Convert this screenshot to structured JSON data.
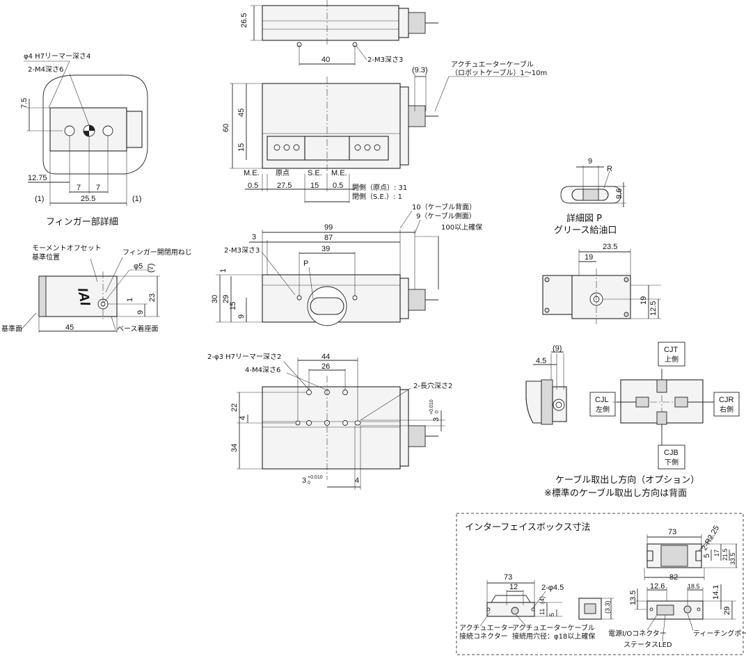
{
  "sections": {
    "finger_detail": "フィンガー部詳細",
    "grease_detail": [
      "詳細図 P",
      "グリース給油口"
    ],
    "cable_direction": [
      "ケーブル取出し方向（オプション）",
      "※標準のケーブル取出し方向は背面"
    ],
    "interface_box": "インターフェイスボックス寸法"
  },
  "labels": {
    "reamer_4": "φ4 H7リーマー深さ4",
    "m4_6_a": "2-M4深さ6",
    "moment_offset": [
      "モーメントオフセット",
      "基準位置"
    ],
    "finger_screw": "フィンガー開閉用ねじ",
    "datum": "基準面",
    "base_seat": "ベース着座面",
    "m3_3": "2-M3深さ3",
    "cable": [
      "アクチュエーターケーブル",
      "（ロボットケーブル）1〜10m"
    ],
    "me": "M.E.",
    "se": "S.E.",
    "origin": "原点",
    "open_origin": "開側（原点）: 31",
    "open_se": "閉側（S.E.）: 1",
    "cable_back": "10（ケーブル背面）",
    "cable_side": "9（ケーブル側面）",
    "clear_100": "100以上確保",
    "m3_3_b": "2-M3深さ3",
    "p": "P",
    "reamer_3": "2-φ3 H7リーマー深さ2",
    "m4_6_b": "4-M4深さ6",
    "slot": "2-長穴深さ2",
    "cjt": [
      "CJT",
      "上側"
    ],
    "cjl": [
      "CJL",
      "左側"
    ],
    "cjr": [
      "CJR",
      "右側"
    ],
    "cjb": [
      "CJB",
      "下側"
    ],
    "r": "R",
    "phi45": "2-φ4.5",
    "r225": "2-R2.25",
    "act_conn": [
      "アクチュエーター",
      "接続コネクター"
    ],
    "act_cable": [
      "アクチュエーターケーブル",
      "接続用穴径：φ18以上確保"
    ],
    "power_io": "電源I/Oコネクター",
    "status_led": "ステータスLED",
    "teaching": "ティーチングポート",
    "logo": "IAI"
  },
  "dims": {
    "d26_5": "26.5",
    "d40": "40",
    "d9_3": "(9.3)",
    "d60": "60",
    "d45": "45",
    "d15a": "15",
    "d0_5a": "0.5",
    "d27_5": "27.5",
    "d15b": "15",
    "d0_5b": "0.5",
    "d7_5": "7.5",
    "d12_75": "12.75",
    "d7a": "7",
    "d7b": "7",
    "d25_5": "25.5",
    "d1a": "(1)",
    "d1b": "(1)",
    "d9a": "9",
    "d9_6": "9.6",
    "d3": "3",
    "d99": "99",
    "d87": "87",
    "d39": "39",
    "d1c": "1",
    "d30": "30",
    "d29": "29",
    "d15c": "15",
    "d9b": "9",
    "d23_5": "23.5",
    "d19a": "19",
    "d19b": "19",
    "d12_5": "12.5",
    "phi5": "φ5",
    "d7c": "(7)",
    "d1d": "1",
    "d9c": "9",
    "d23": "23",
    "d45b": "45",
    "d44": "44",
    "d26": "26",
    "d22": "22",
    "d4a": "4",
    "d34": "34",
    "d3tol_a": "3",
    "d3tol_b": "3",
    "d4b": "4",
    "tol": "+0.010",
    "tol0": "0",
    "d4_5": "4.5",
    "d9d": "(9)",
    "d73a": "73",
    "d5": "5",
    "d17": "17",
    "d21_5": "21.5",
    "d33_5": "33.5",
    "d82": "82",
    "d73b": "73",
    "d12": "12",
    "d4c": "(4)",
    "d11": "11",
    "d5b": "5",
    "d3_3": "(3.3)",
    "d13_5": "13.5",
    "d12_6": "12.6",
    "d18_5": "18.5",
    "d14_1": "14.1",
    "d29b": "29"
  }
}
